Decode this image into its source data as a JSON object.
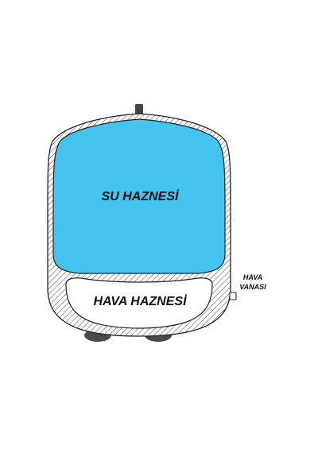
{
  "diagram": {
    "water_chamber_label": "SU HAZNESİ",
    "air_chamber_label": "HAVA HAZNESİ",
    "air_valve_label_line1": "HAVA",
    "air_valve_label_line2": "VANASI"
  },
  "colors": {
    "water": "#45c4ef",
    "air": "#ffffff",
    "outline": "#222222",
    "shell": "#ffffff",
    "foot": "#4a4a4a",
    "valve_cap": "#444444"
  }
}
